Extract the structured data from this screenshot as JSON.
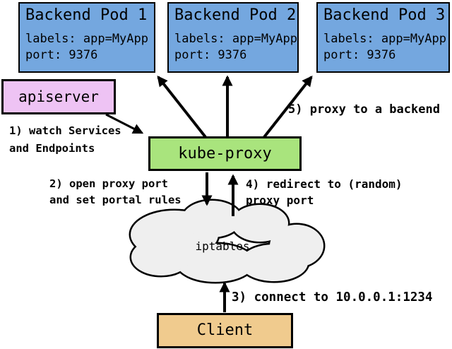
{
  "diagram": {
    "pods": [
      {
        "title": "Backend Pod 1",
        "labels": "labels: app=MyApp",
        "port": "port: 9376"
      },
      {
        "title": "Backend Pod 2",
        "labels": "labels: app=MyApp",
        "port": "port: 9376"
      },
      {
        "title": "Backend Pod 3",
        "labels": "labels: app=MyApp",
        "port": "port: 9376"
      }
    ],
    "apiserver_label": "apiserver",
    "kube_proxy_label": "kube-proxy",
    "iptables_label": "iptables",
    "client_label": "Client",
    "steps": {
      "s1_line1": "1) watch Services",
      "s1_line2": "and Endpoints",
      "s2_line1": "2) open proxy port",
      "s2_line2": "and set portal rules",
      "s3": "3) connect to 10.0.0.1:1234",
      "s4_line1": "4) redirect to (random)",
      "s4_line2": "proxy port",
      "s5": "5) proxy to a backend"
    }
  },
  "colors": {
    "pod_fill": "#74A7DF",
    "apiserver_fill": "#EEC3F4",
    "kube_proxy_fill": "#A9E47D",
    "client_fill": "#F0CB8E",
    "cloud_fill": "#EFEFEF",
    "arrow": "#000000"
  }
}
